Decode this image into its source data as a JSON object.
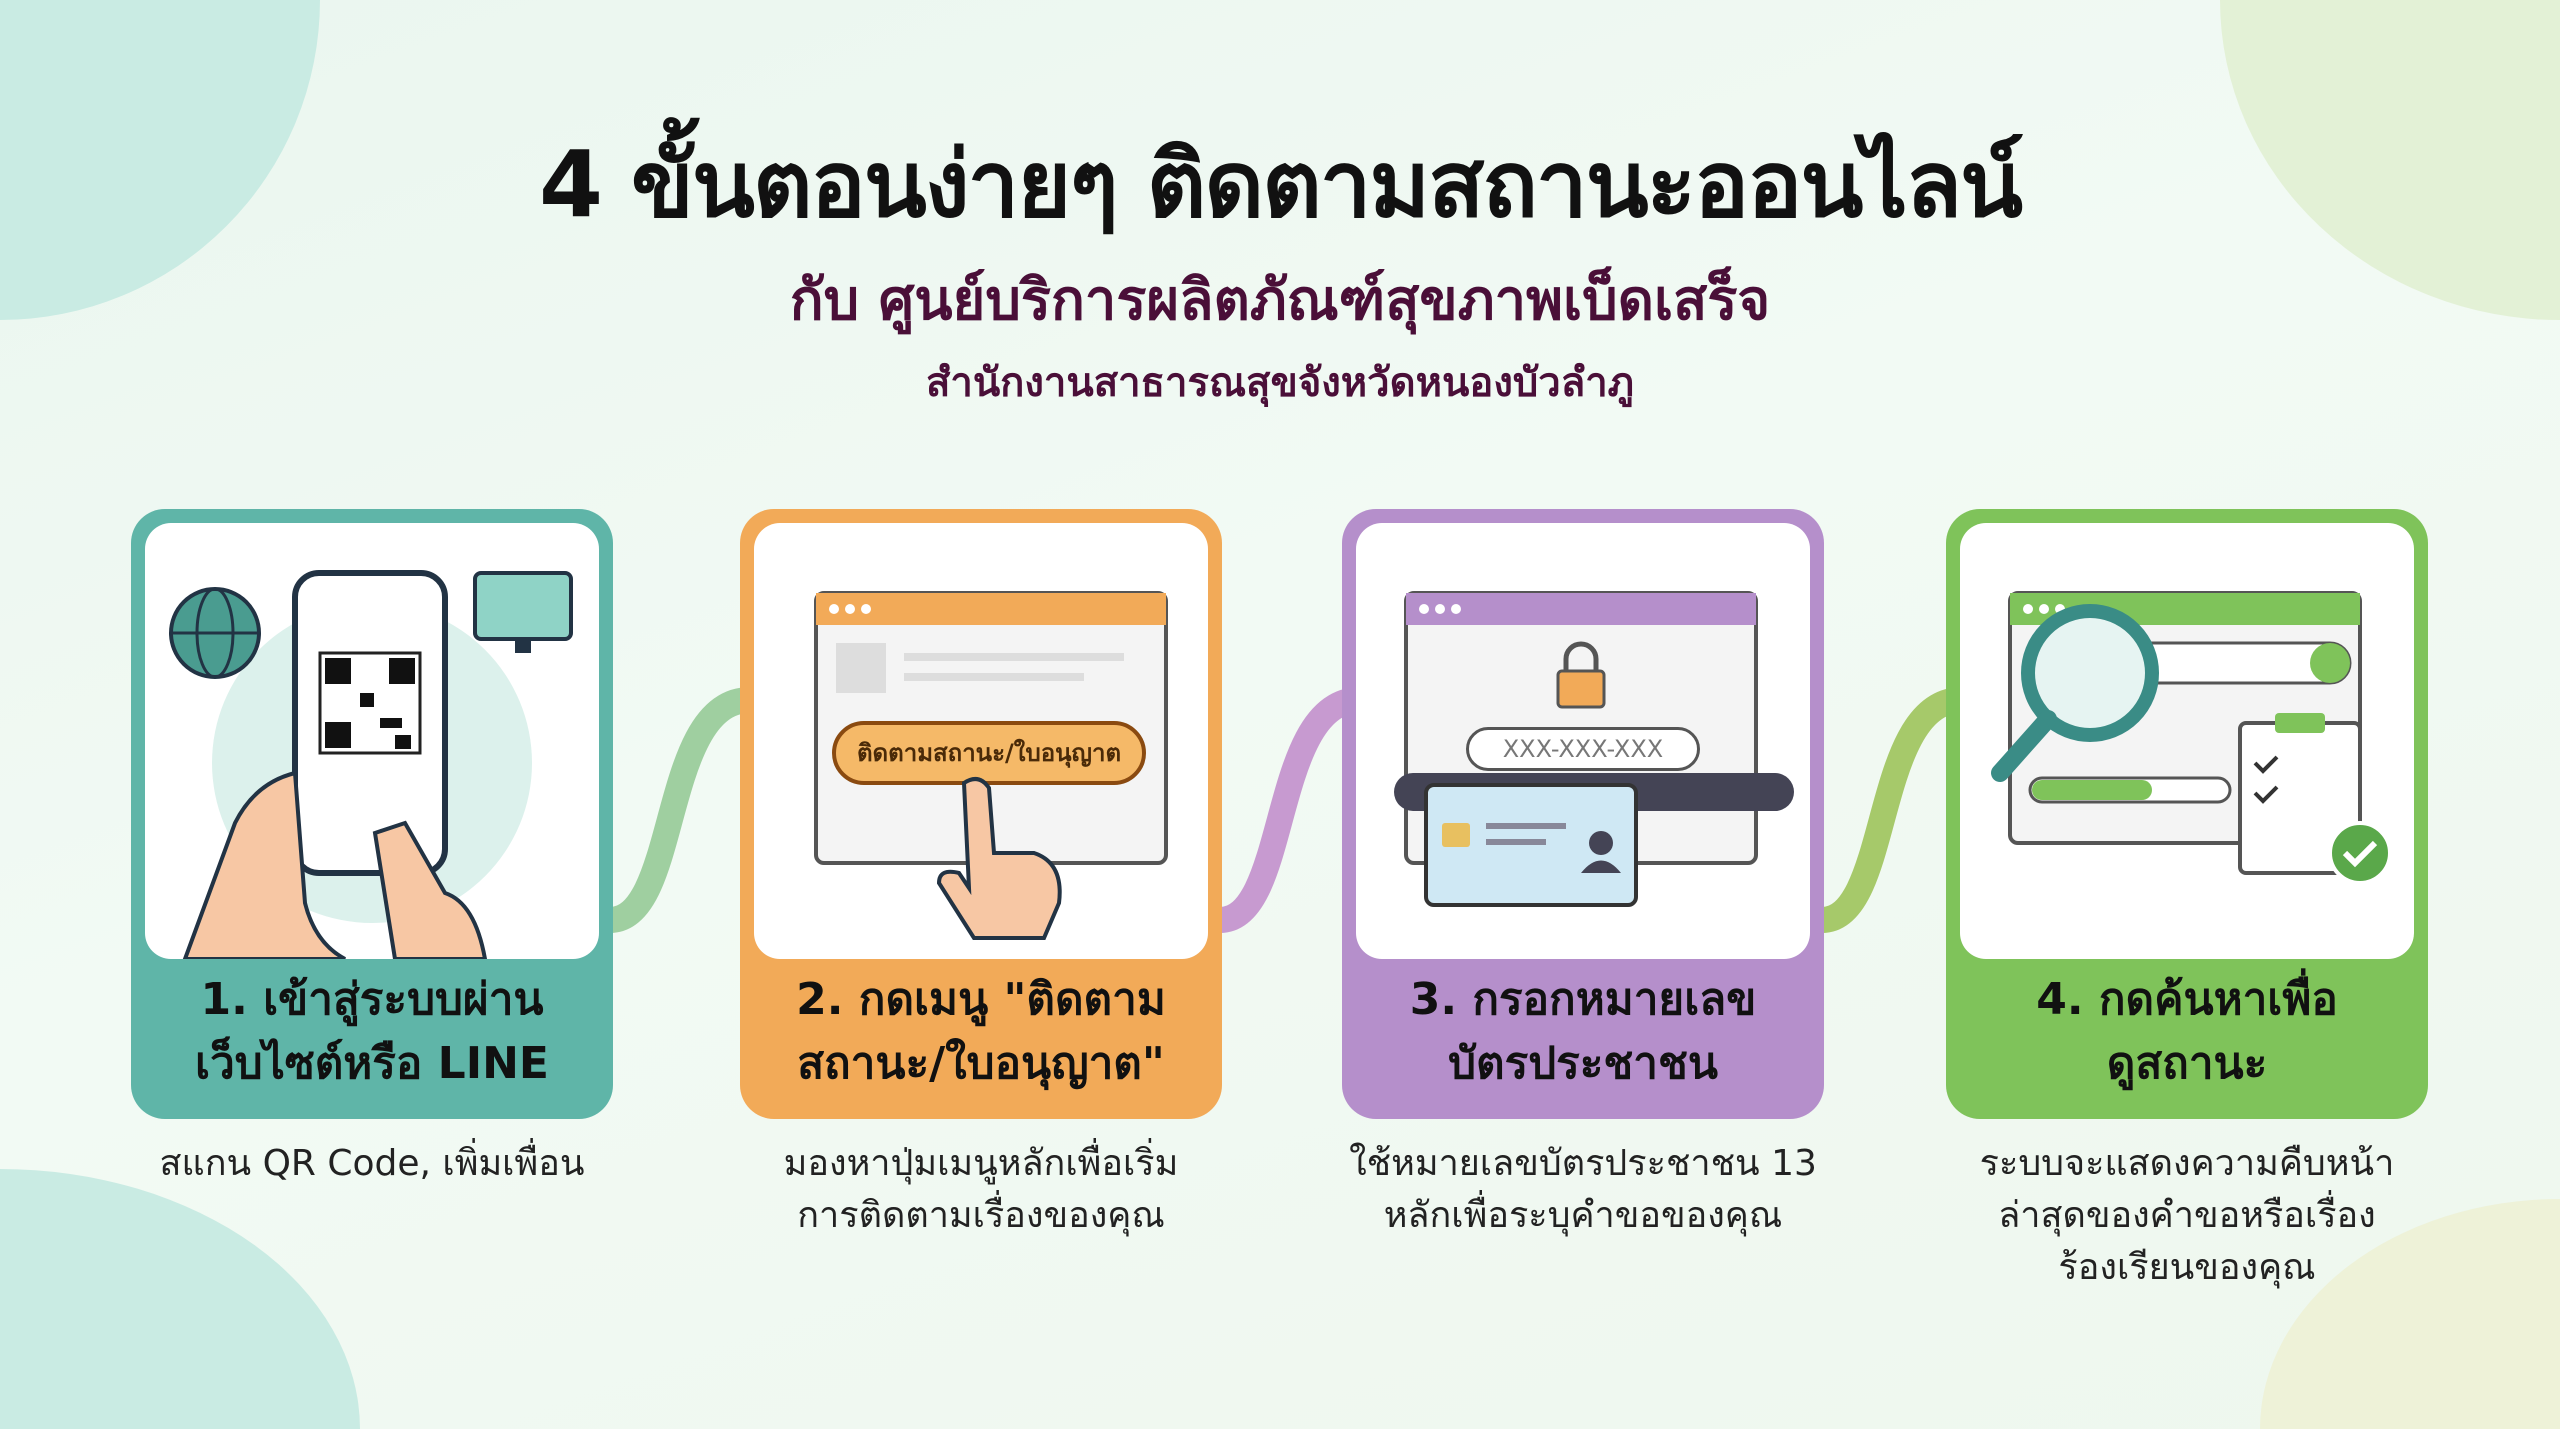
{
  "title": "4 ขั้นตอนง่ายๆ ติดตามสถานะออนไลน์",
  "subtitle": "กับ ศูนย์บริการผลิตภัณฑ์สุขภาพเบ็ดเสร็จ",
  "organization": "สำนักงานสาธารณสุขจังหวัดหนองบัวลำภู",
  "colors": {
    "step1": "#5fb5a8",
    "step2": "#f2aa58",
    "step3": "#b58fcb",
    "step4": "#7fc35a"
  },
  "steps": [
    {
      "label": "1. เข้าสู่ระบบผ่าน\nเว็บไซต์หรือ LINE",
      "description": "สแกน QR Code, เพิ่มเพื่อน"
    },
    {
      "label": "2. กดเมนู \"ติดตาม\nสถานะ/ใบอนุญาต\"",
      "description": "มองหาปุ่มเมนูหลักเพื่อเริ่ม\nการติดตามเรื่องของคุณ",
      "button_text": "ติดตามสถานะ/ใบอนุญาต"
    },
    {
      "label": "3. กรอกหมายเลข\nบัตรประชาชน",
      "description": "ใช้หมายเลขบัตรประชาชน 13\nหลักเพื่อระบุคำขอของคุณ",
      "input_placeholder": "XXX-XXX-XXX"
    },
    {
      "label": "4. กดค้นหาเพื่อ\nดูสถานะ",
      "description": "ระบบจะแสดงความคืบหน้า\nล่าสุดของคำขอหรือเรื่อง\nร้องเรียนของคุณ"
    }
  ]
}
